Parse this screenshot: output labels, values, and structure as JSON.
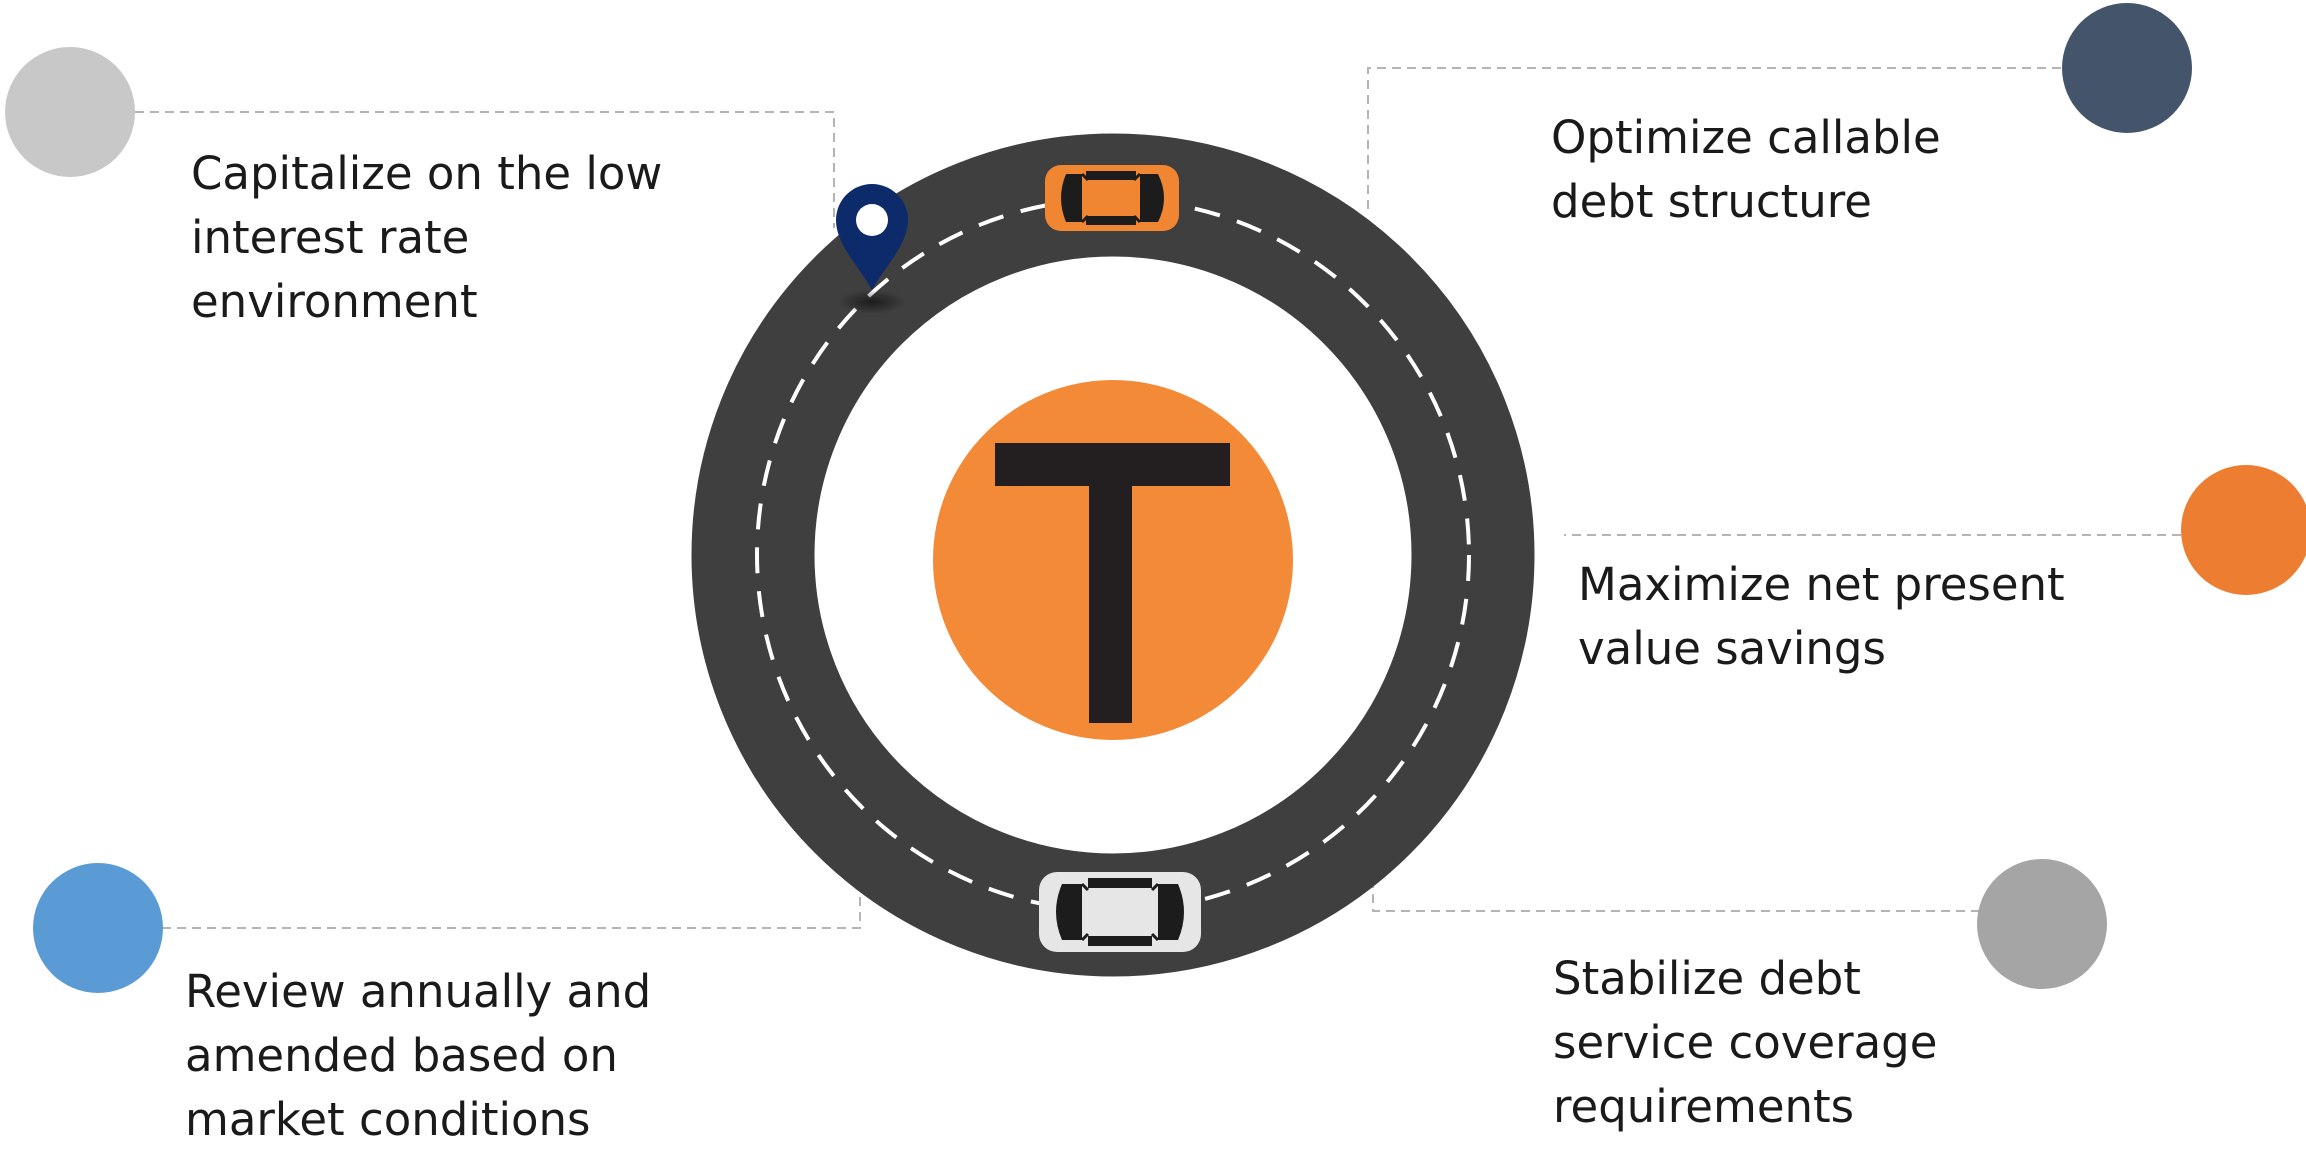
{
  "center": {
    "letter": "T"
  },
  "items": [
    {
      "id": 1,
      "lines": [
        "Capitalize on the low",
        "interest rate",
        "environment"
      ],
      "color": "#C8C8C8"
    },
    {
      "id": 2,
      "lines": [
        "Optimize callable",
        "debt structure"
      ],
      "color": "#44546A"
    },
    {
      "id": 3,
      "lines": [
        "Maximize net present",
        "value savings"
      ],
      "color": "#ED7D31"
    },
    {
      "id": 4,
      "lines": [
        "Review annually and",
        "amended based on",
        "market conditions"
      ],
      "color": "#5B9BD5"
    },
    {
      "id": 5,
      "lines": [
        "Stabilize debt",
        "service coverage",
        "requirements"
      ],
      "color": "#A5A5A5"
    }
  ],
  "colors": {
    "road": "#3F3F3F",
    "lane_dash": "#FFFFFF",
    "hub": "#F28A38",
    "letter": "#231F20",
    "orange_car": "#F08532",
    "white_car": "#E6E6E6",
    "pin": "#0D2A6B",
    "connector": "#B4B4B4"
  },
  "icons": [
    "map-pin-icon",
    "car-icon"
  ]
}
